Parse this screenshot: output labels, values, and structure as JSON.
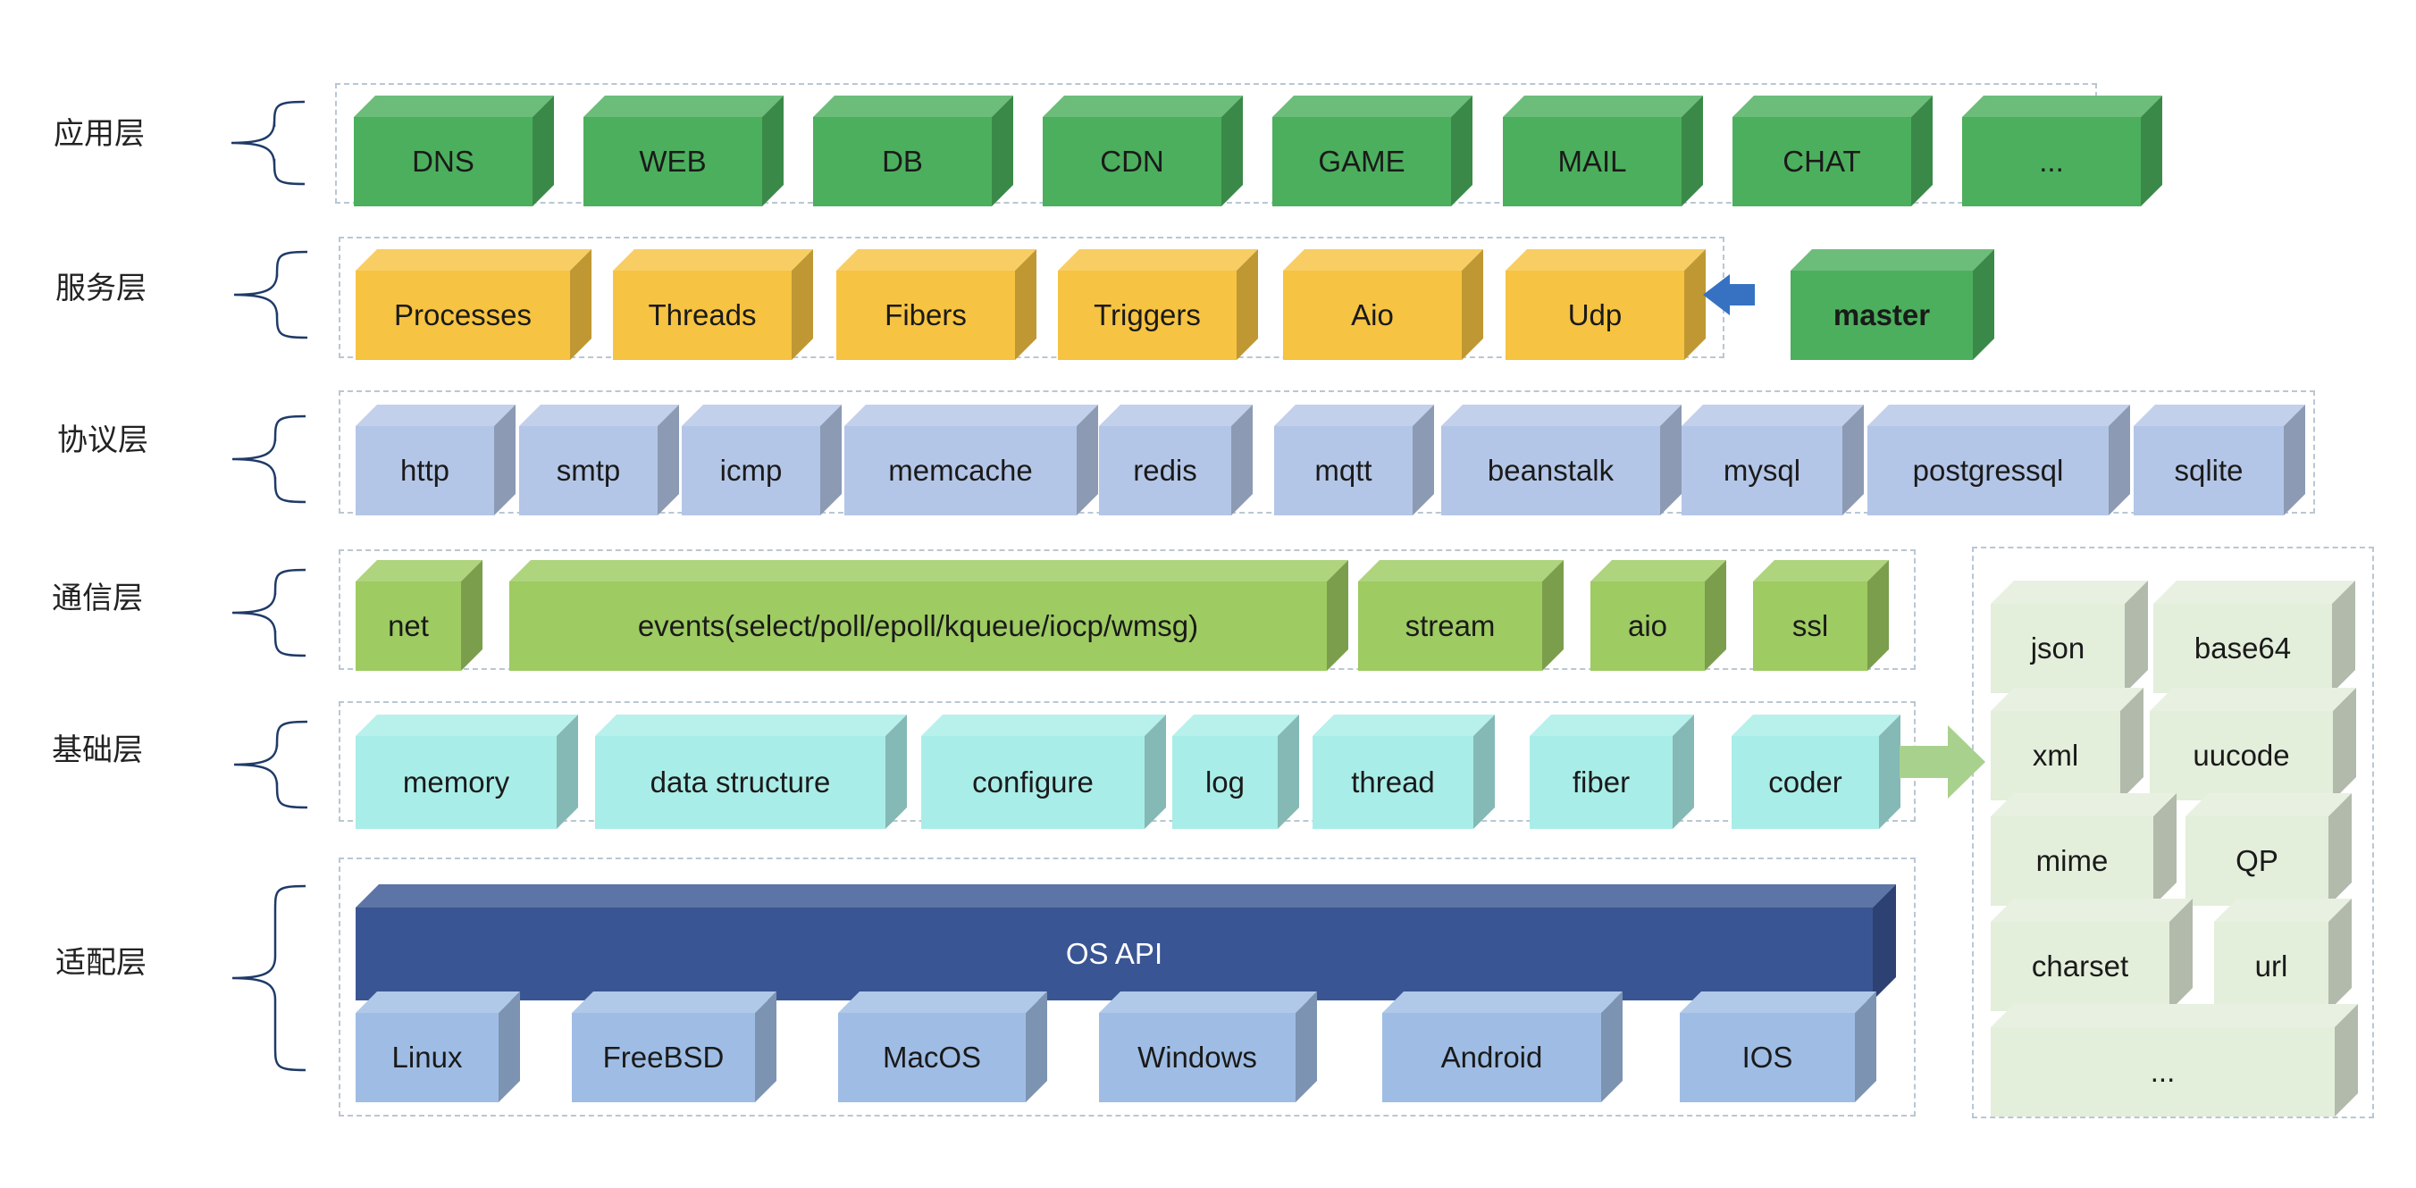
{
  "colors": {
    "green": "#4caf5d",
    "yellow": "#f6c342",
    "lavender": "#b4c6e7",
    "lightgreen": "#9ecb62",
    "aqua": "#a9ede8",
    "navy": "#3a5593",
    "steelblue": "#9fbde4",
    "pale": "#e3eedb",
    "arrow_blue": "#3772c2",
    "arrow_green": "#a9d18e",
    "frame": "#b9c7d3"
  },
  "layers": [
    {
      "label": "应用层"
    },
    {
      "label": "服务层"
    },
    {
      "label": "协议层"
    },
    {
      "label": "通信层"
    },
    {
      "label": "基础层"
    },
    {
      "label": "适配层"
    }
  ],
  "app_layer": [
    "DNS",
    "WEB",
    "DB",
    "CDN",
    "GAME",
    "MAIL",
    "CHAT",
    "..."
  ],
  "service_layer": [
    "Processes",
    "Threads",
    "Fibers",
    "Triggers",
    "Aio",
    "Udp"
  ],
  "master": "master",
  "protocol_layer": [
    "http",
    "smtp",
    "icmp",
    "memcache",
    "redis",
    "mqtt",
    "beanstalk",
    "mysql",
    "postgressql",
    "sqlite"
  ],
  "comm_layer": [
    "net",
    "events(select/poll/epoll/kqueue/iocp/wmsg)",
    "stream",
    "aio",
    "ssl"
  ],
  "base_layer": [
    "memory",
    "data structure",
    "configure",
    "log",
    "thread",
    "fiber",
    "coder"
  ],
  "os_api": "OS API",
  "platforms": [
    "Linux",
    "FreeBSD",
    "MacOS",
    "Windows",
    "Android",
    "IOS"
  ],
  "coders": [
    "json",
    "base64",
    "xml",
    "uucode",
    "mime",
    "QP",
    "charset",
    "url",
    "..."
  ]
}
